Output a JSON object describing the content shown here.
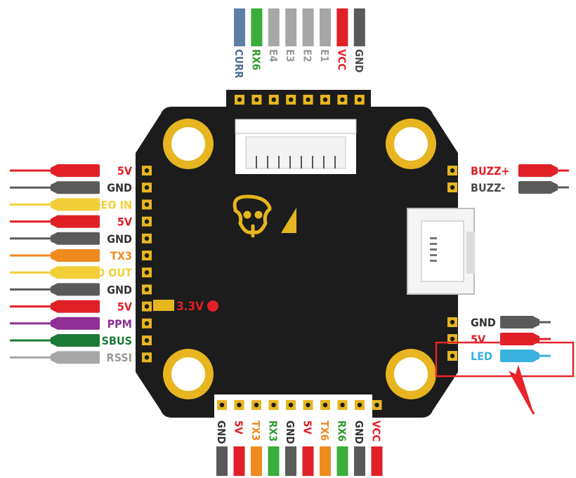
{
  "colors": {
    "board": "#1c1c1c",
    "gold": "#e6b520",
    "red": "#e11f26",
    "gray": "#5a5a5a",
    "lightgray": "#a7a7a7",
    "yellow": "#f2cf39",
    "orange": "#ef8a1f",
    "purple": "#8f2e94",
    "green": "#3aad3a",
    "darkgreen": "#1d7a36",
    "blue": "#5e7ea3",
    "ledblue": "#39b2e0",
    "highlight": "#e8232a"
  },
  "top_pins": [
    {
      "label": "CURR",
      "color": "#5e7ea3",
      "text_color": "#4d6d90"
    },
    {
      "label": "RX6",
      "color": "#3aad3a",
      "text_color": "#2e9a2e"
    },
    {
      "label": "E4",
      "color": "#a7a7a7",
      "text_color": "#9a9a9a"
    },
    {
      "label": "E3",
      "color": "#a7a7a7",
      "text_color": "#9a9a9a"
    },
    {
      "label": "E2",
      "color": "#a7a7a7",
      "text_color": "#9a9a9a"
    },
    {
      "label": "E1",
      "color": "#a7a7a7",
      "text_color": "#9a9a9a"
    },
    {
      "label": "VCC",
      "color": "#e11f26",
      "text_color": "#e11f26"
    },
    {
      "label": "GND",
      "color": "#5a5a5a",
      "text_color": "#4a4a4a"
    }
  ],
  "left_pins": [
    {
      "label": "5V",
      "color": "#e11f26",
      "text_color": "#e11f26"
    },
    {
      "label": "GND",
      "color": "#5a5a5a",
      "text_color": "#333333"
    },
    {
      "label": "VIDEO IN",
      "color": "#f2cf39",
      "text_color": "#f2cf39"
    },
    {
      "label": "5V",
      "color": "#e11f26",
      "text_color": "#e11f26"
    },
    {
      "label": "GND",
      "color": "#5a5a5a",
      "text_color": "#333333"
    },
    {
      "label": "TX3",
      "color": "#ef8a1f",
      "text_color": "#ef8a1f"
    },
    {
      "label": "VIDEO OUT",
      "color": "#f2cf39",
      "text_color": "#f2cf39"
    },
    {
      "label": "GND",
      "color": "#5a5a5a",
      "text_color": "#333333"
    },
    {
      "label": "5V",
      "color": "#e11f26",
      "text_color": "#e11f26"
    },
    {
      "label": "PPM",
      "color": "#8f2e94",
      "text_color": "#8f2e94"
    },
    {
      "label": "SBUS",
      "color": "#1d7a36",
      "text_color": "#1d7a36"
    },
    {
      "label": "RSSI",
      "color": "#a7a7a7",
      "text_color": "#9a9a9a"
    }
  ],
  "right_top_pins": [
    {
      "label": "BUZZ+",
      "color": "#e11f26",
      "text_color": "#e11f26"
    },
    {
      "label": "BUZZ-",
      "color": "#5a5a5a",
      "text_color": "#4a4a4a"
    }
  ],
  "right_bottom_pins": [
    {
      "label": "GND",
      "color": "#5a5a5a",
      "text_color": "#333333"
    },
    {
      "label": "5V",
      "color": "#e11f26",
      "text_color": "#e11f26"
    },
    {
      "label": "LED",
      "color": "#39b2e0",
      "text_color": "#39b2e0"
    }
  ],
  "bottom_pins": [
    {
      "label": "GND",
      "color": "#5a5a5a",
      "text_color": "#333333"
    },
    {
      "label": "5V",
      "color": "#e11f26",
      "text_color": "#e11f26"
    },
    {
      "label": "TX3",
      "color": "#ef8a1f",
      "text_color": "#ef8a1f"
    },
    {
      "label": "RX3",
      "color": "#3aad3a",
      "text_color": "#2e9a2e"
    },
    {
      "label": "GND",
      "color": "#5a5a5a",
      "text_color": "#333333"
    },
    {
      "label": "5V",
      "color": "#e11f26",
      "text_color": "#e11f26"
    },
    {
      "label": "TX6",
      "color": "#ef8a1f",
      "text_color": "#ef8a1f"
    },
    {
      "label": "RX6",
      "color": "#3aad3a",
      "text_color": "#2e9a2e"
    },
    {
      "label": "GND",
      "color": "#5a5a5a",
      "text_color": "#333333"
    },
    {
      "label": "VCC",
      "color": "#e11f26",
      "text_color": "#e11f26"
    }
  ],
  "pad_33v": {
    "label": "3.3V",
    "color": "#e11f26"
  },
  "highlighted_pin": "LED"
}
